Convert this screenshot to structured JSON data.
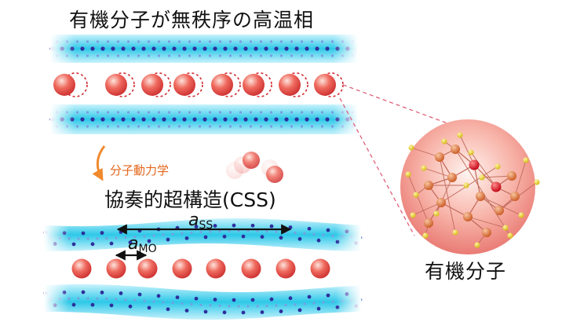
{
  "title": "有機分子が無秩序の高温相",
  "process_label": "分子動力学",
  "phase_label": "協奏的超構造(CSS)",
  "molecule_label": "有機分子",
  "spacing_labels": {
    "ss": {
      "main": "a",
      "sub": "SS"
    },
    "mo": {
      "main": "a",
      "sub": "MO"
    }
  },
  "colors": {
    "layer_cyan": "#2ec8e8",
    "layer_light": "#bdf0fb",
    "atom_blue": "#2d2f9c",
    "sphere_red": "#e0413e",
    "arrow_orange": "#f08a2e",
    "dashed_pink": "#e0607a",
    "atom_yellow": "#e8d21f"
  }
}
